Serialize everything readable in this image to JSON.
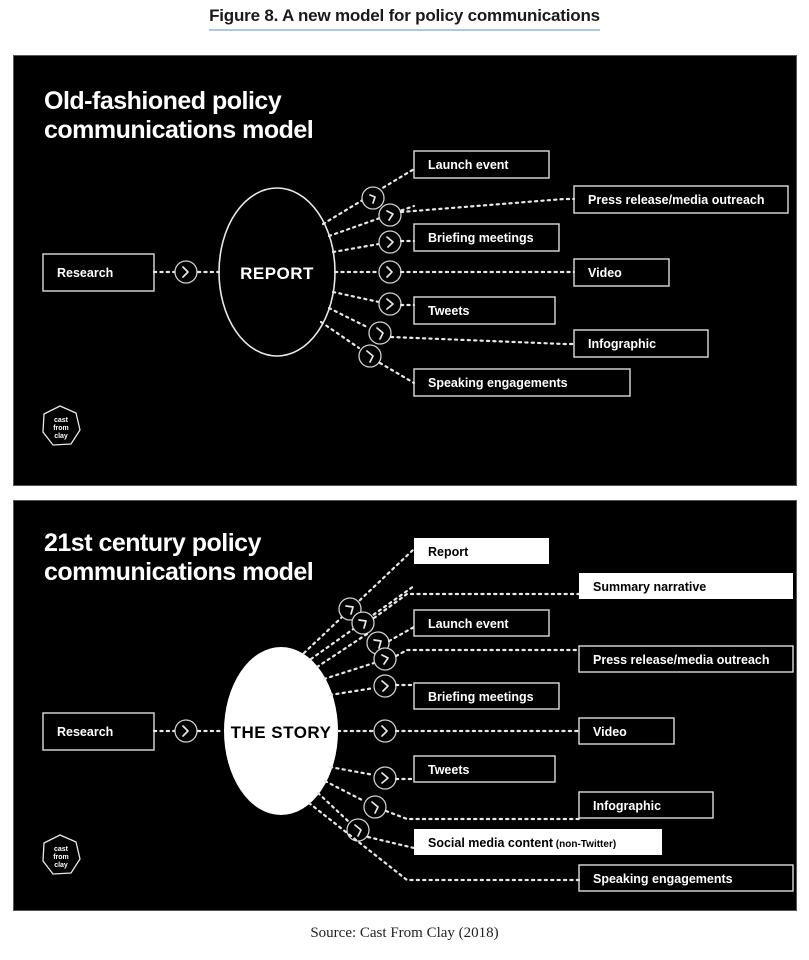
{
  "figure": {
    "title": "Figure 8. A new model for policy communications",
    "source": "Source: Cast From Clay (2018)",
    "underline_color": "#a8c8e8",
    "panel_bg": "#000000",
    "line_color": "#e8e8e8"
  },
  "logo": {
    "line1": "cast",
    "line2": "from",
    "line3": "clay"
  },
  "panels": [
    {
      "id": "old-fashioned",
      "heading_line1": "Old-fashioned policy",
      "heading_line2": "communications model",
      "input_label": "Research",
      "hub_label": "REPORT",
      "hub_style": "outline",
      "outputs": [
        {
          "label": "Launch event",
          "style": "outline"
        },
        {
          "label": "Press release/media outreach",
          "style": "outline"
        },
        {
          "label": "Briefing meetings",
          "style": "outline"
        },
        {
          "label": "Video",
          "style": "outline"
        },
        {
          "label": "Tweets",
          "style": "outline"
        },
        {
          "label": "Infographic",
          "style": "outline"
        },
        {
          "label": "Speaking engagements",
          "style": "outline"
        }
      ]
    },
    {
      "id": "21st-century",
      "heading_line1": "21st century policy",
      "heading_line2": "communications model",
      "input_label": "Research",
      "hub_label": "THE STORY",
      "hub_style": "filled",
      "outputs": [
        {
          "label": "Report",
          "style": "filled"
        },
        {
          "label": "Summary narrative",
          "style": "filled"
        },
        {
          "label": "Launch event",
          "style": "outline"
        },
        {
          "label": "Press release/media outreach",
          "style": "outline"
        },
        {
          "label": "Briefing meetings",
          "style": "outline"
        },
        {
          "label": "Video",
          "style": "outline"
        },
        {
          "label": "Tweets",
          "style": "outline"
        },
        {
          "label": "Infographic",
          "style": "outline"
        },
        {
          "label": "Social media content",
          "suffix": " (non-Twitter)",
          "style": "filled"
        },
        {
          "label": "Speaking engagements",
          "style": "outline"
        }
      ]
    }
  ]
}
